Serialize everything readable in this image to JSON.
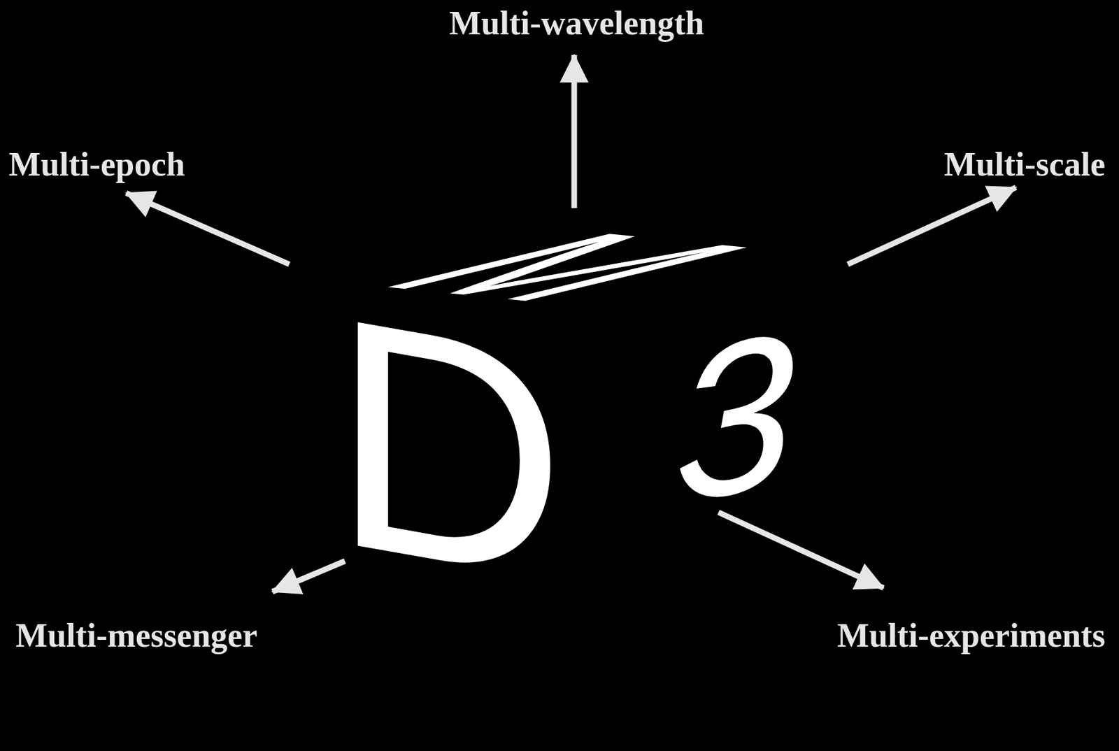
{
  "diagram": {
    "nodes": [
      {
        "text": [
          "M",
          "D",
          "3"
        ]
      }
    ],
    "labels": [
      "Multi-wavelength",
      "Multi-epoch",
      "Multi-scale",
      "Multi-messenger",
      "Multi-experiments"
    ]
  }
}
